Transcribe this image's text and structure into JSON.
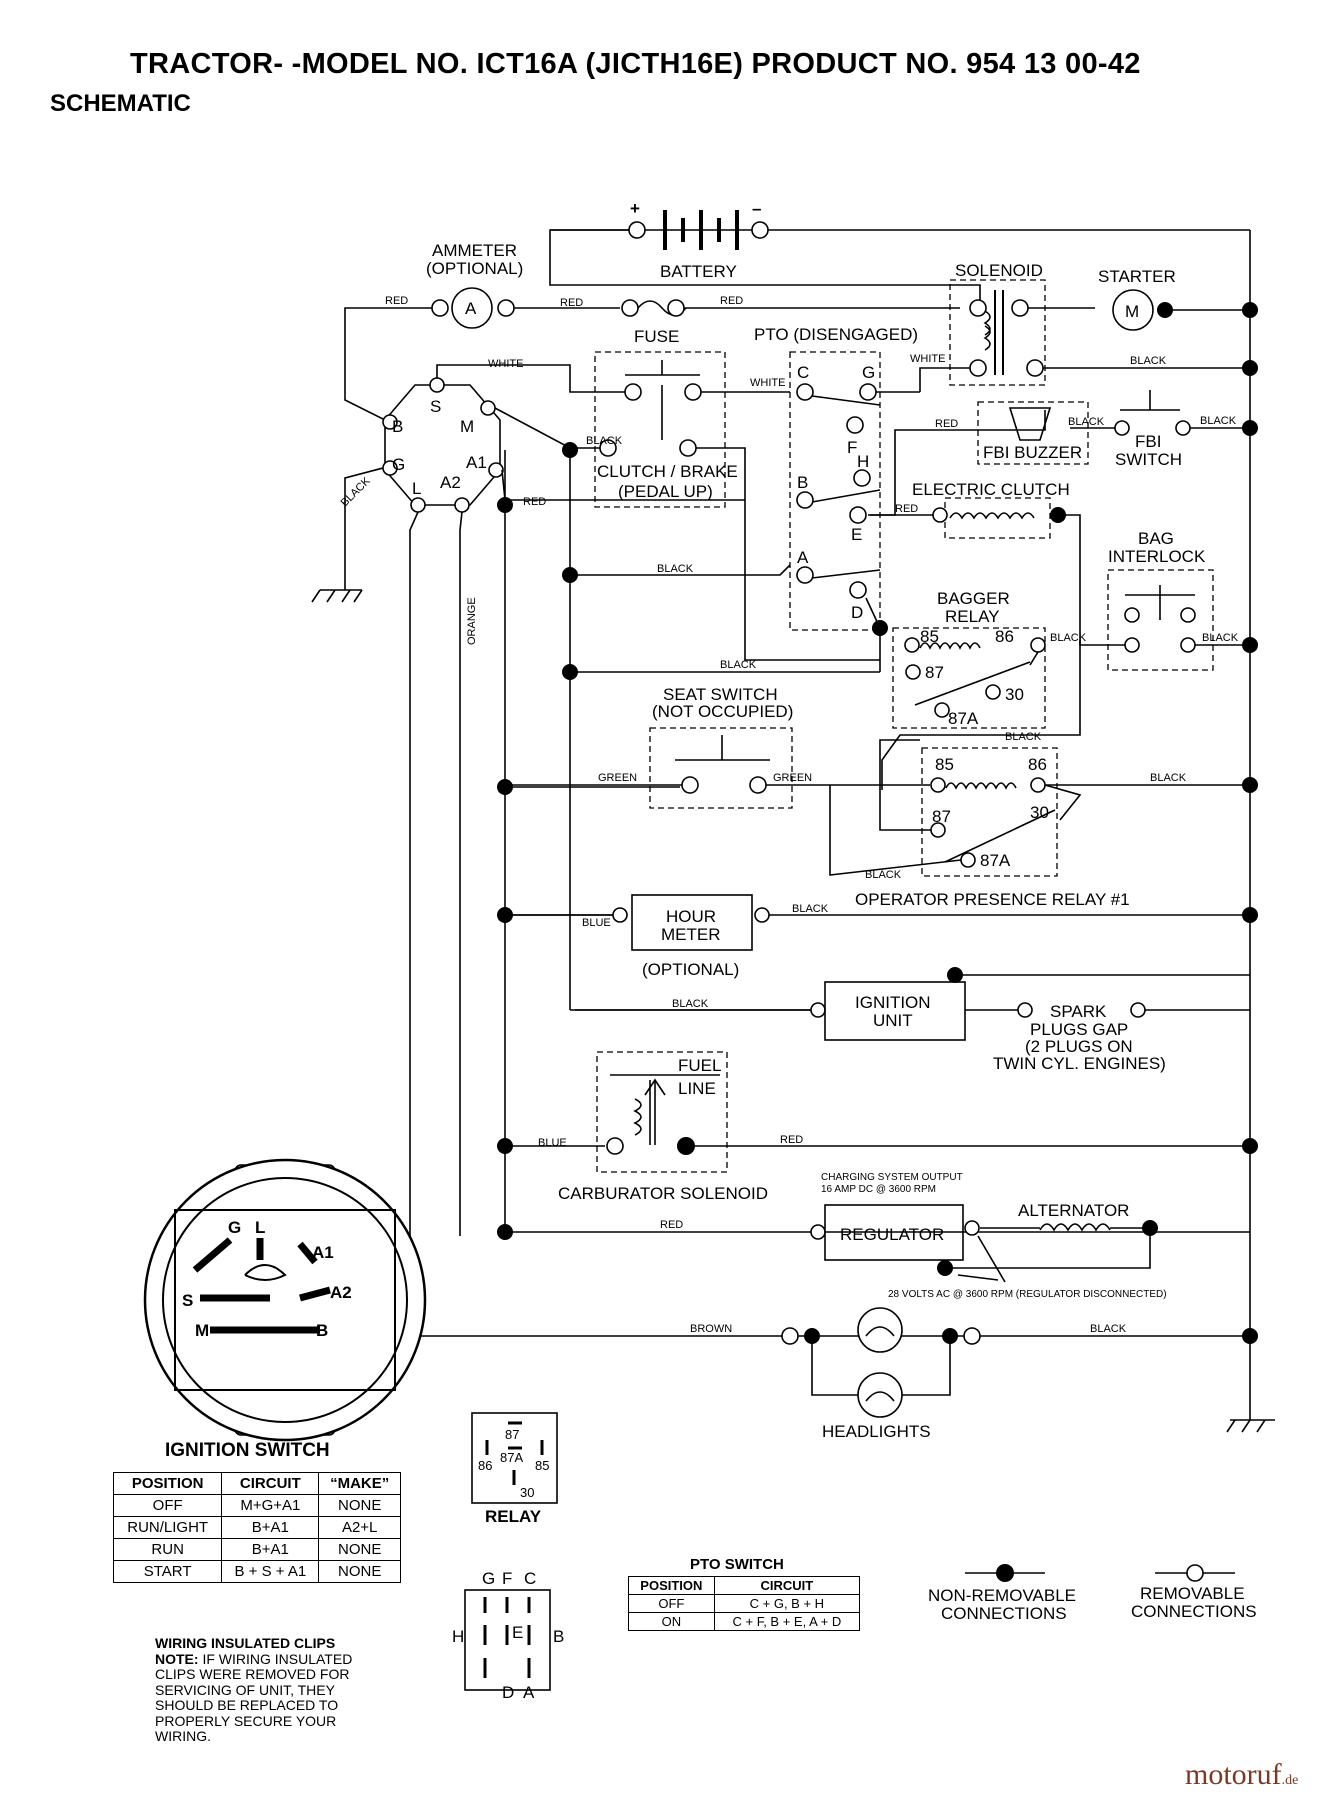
{
  "header": {
    "title": "TRACTOR- -MODEL NO. ICT16A (JICTH16E) PRODUCT NO. 954 13 00-42",
    "subtitle": "SCHEMATIC"
  },
  "components": {
    "battery": "BATTERY",
    "battery_plus": "+",
    "battery_minus": "–",
    "ammeter_1": "AMMETER",
    "ammeter_2": "(OPTIONAL)",
    "ammeter_symbol": "A",
    "solenoid": "SOLENOID",
    "starter": "STARTER",
    "starter_symbol": "M",
    "fuse": "FUSE",
    "pto": "PTO (DISENGAGED)",
    "clutch_1": "CLUTCH / BRAKE",
    "clutch_2": "(PEDAL UP)",
    "fbi_buzzer": "FBI BUZZER",
    "fbi_switch_1": "FBI",
    "fbi_switch_2": "SWITCH",
    "electric_clutch": "ELECTRIC CLUTCH",
    "bag_interlock_1": "BAG",
    "bag_interlock_2": "INTERLOCK",
    "bagger_relay_1": "BAGGER",
    "bagger_relay_2": "RELAY",
    "seat_switch_1": "SEAT SWITCH",
    "seat_switch_2": "(NOT OCCUPIED)",
    "opr_relay": "OPERATOR PRESENCE RELAY #1",
    "hour_meter_1": "HOUR",
    "hour_meter_2": "METER",
    "hour_meter_3": "(OPTIONAL)",
    "ignition_unit_1": "IGNITION",
    "ignition_unit_2": "UNIT",
    "spark_1": "SPARK",
    "spark_2": "PLUGS GAP",
    "spark_3": "(2 PLUGS ON",
    "spark_4": "TWIN CYL. ENGINES)",
    "fuel_1": "FUEL",
    "fuel_2": "LINE",
    "carb_solenoid": "CARBURATOR SOLENOID",
    "charging_1": "CHARGING SYSTEM OUTPUT",
    "charging_2": "16 AMP DC @ 3600 RPM",
    "regulator": "REGULATOR",
    "alternator": "ALTERNATOR",
    "ac_note": "28 VOLTS AC @ 3600 RPM (REGULATOR DISCONNECTED)",
    "headlights": "HEADLIGHTS",
    "relay": "RELAY",
    "non_removable_1": "NON-REMOVABLE",
    "non_removable_2": "CONNECTIONS",
    "removable_1": "REMOVABLE",
    "removable_2": "CONNECTIONS"
  },
  "terminals": {
    "s": "S",
    "b": "B",
    "m": "M",
    "g": "G",
    "a1": "A1",
    "l": "L",
    "a2": "A2",
    "pto_c": "C",
    "pto_g": "G",
    "pto_f": "F",
    "pto_h": "H",
    "pto_b": "B",
    "pto_e": "E",
    "pto_a": "A",
    "pto_d": "D",
    "r85": "85",
    "r86": "86",
    "r87": "87",
    "r30": "30",
    "r87a": "87A"
  },
  "wires": {
    "red": "RED",
    "white": "WHITE",
    "black": "BLACK",
    "orange": "ORANGE",
    "green": "GREEN",
    "blue": "BLUE",
    "brown": "BROWN"
  },
  "ignition_switch": {
    "title": "IGNITION SWITCH",
    "headers": [
      "POSITION",
      "CIRCUIT",
      "“MAKE”"
    ],
    "rows": [
      [
        "OFF",
        "M+G+A1",
        "NONE"
      ],
      [
        "RUN/LIGHT",
        "B+A1",
        "A2+L"
      ],
      [
        "RUN",
        "B+A1",
        "NONE"
      ],
      [
        "START",
        "B + S + A1",
        "NONE"
      ]
    ]
  },
  "pto_switch": {
    "title": "PTO SWITCH",
    "headers": [
      "POSITION",
      "CIRCUIT"
    ],
    "rows": [
      [
        "OFF",
        "C + G, B + H"
      ],
      [
        "ON",
        "C + F, B + E, A + D"
      ]
    ]
  },
  "note": {
    "title": "WIRING INSULATED CLIPS",
    "label": "NOTE:",
    "text": "IF WIRING INSULATED CLIPS WERE REMOVED FOR SERVICING OF UNIT, THEY SHOULD BE REPLACED TO PROPERLY SECURE YOUR WIRING."
  },
  "watermark": {
    "main": "motoruf",
    "domain": ".de"
  }
}
